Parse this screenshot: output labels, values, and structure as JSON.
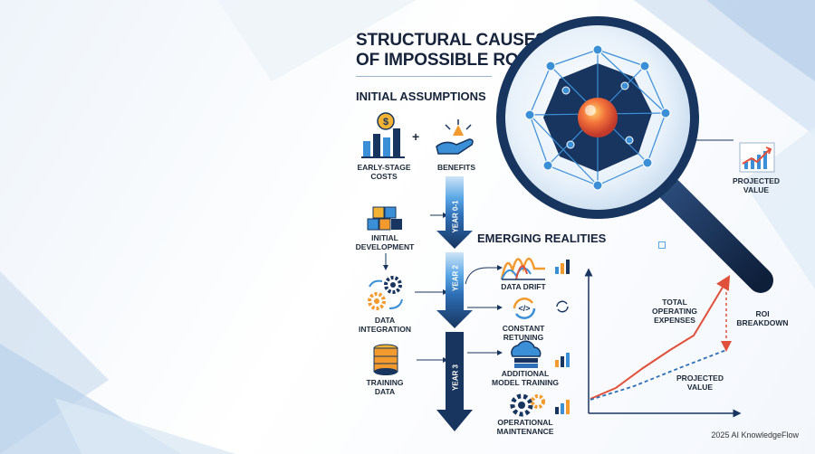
{
  "title": {
    "line1": "STRUCTURAL CAUSES",
    "line2": "OF IMPOSSIBLE ROI"
  },
  "sections": {
    "initial": "INITIAL ASSUMPTIONS",
    "emerging": "EMERGING REALITIES"
  },
  "initial_items": {
    "early_costs": {
      "line1": "EARLY-STAGE",
      "line2": "COSTS"
    },
    "plus": "+",
    "benefits": "BENEFITS",
    "initial_development": {
      "line1": "INITIAL",
      "line2": "DEVELOPMENT"
    },
    "data_integration": {
      "line1": "DATA",
      "line2": "INTEGRATION"
    },
    "training_data": {
      "line1": "TRAINING",
      "line2": "DATA"
    }
  },
  "timeline": {
    "year1": "YEAR 0-1",
    "year2": "YEAR 2",
    "year3": "YEAR 3"
  },
  "realities": {
    "data_drift": "DATA DRIFT",
    "constant_retuning": "CONSTANT RETUNING",
    "additional_training": {
      "line1": "ADDITIONAL",
      "line2": "MODEL TRAINING"
    },
    "operational_maintenance": {
      "line1": "OPERATIONAL",
      "line2": "MAINTENANCE"
    }
  },
  "projected_value_top": {
    "line1": "PROJECTED",
    "line2": "VALUE"
  },
  "chart_labels": {
    "total_opex": {
      "line1": "TOTAL",
      "line2": "OPERATING",
      "line3": "EXPENSES"
    },
    "roi_breakdown": {
      "line1": "ROI",
      "line2": "BREAKDOWN"
    },
    "projected_value": {
      "line1": "PROJECTED",
      "line2": "VALUE"
    }
  },
  "colors": {
    "navy": "#17355e",
    "accent_red": "#e0503a",
    "accent_orange": "#f29a2e",
    "accent_blue": "#3b8fd6"
  },
  "footer": "2025 AI KnowledgeFlow"
}
